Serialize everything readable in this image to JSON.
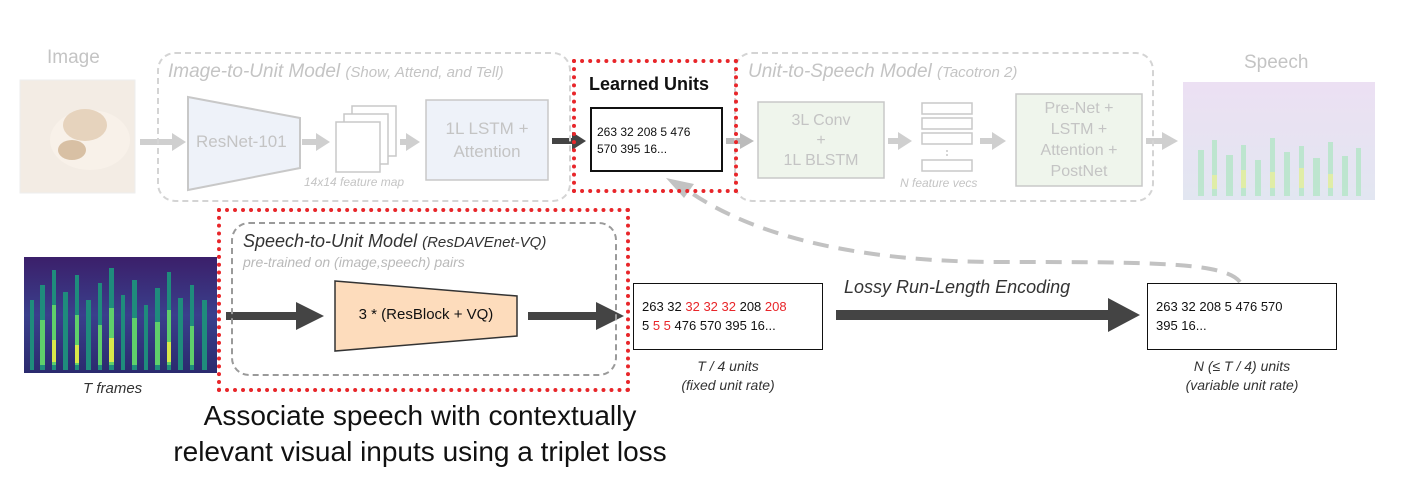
{
  "labels": {
    "image": "Image",
    "speech": "Speech",
    "image_to_unit_title": "Image-to-Unit Model",
    "image_to_unit_sub": "(Show, Attend, and Tell)",
    "resnet": "ResNet-101",
    "feature_map": "14x14 feature map",
    "lstm_attention_1": "1L LSTM +",
    "lstm_attention_2": "Attention",
    "learned_units": "Learned Units",
    "learned_units_line1": "263 32 208 5 476",
    "learned_units_line2": "570 395 16...",
    "unit_to_speech_title": "Unit-to-Speech Model",
    "unit_to_speech_sub": "(Tacotron 2)",
    "conv_1": "3L Conv",
    "conv_2": "+",
    "conv_3": "1L BLSTM",
    "n_feature_vecs": "N feature vecs",
    "prenet_1": "Pre-Net +",
    "prenet_2": "LSTM +",
    "prenet_3": "Attention +",
    "prenet_4": "PostNet",
    "speech_to_unit_title": "Speech-to-Unit Model",
    "speech_to_unit_sub": "(ResDAVEnet-VQ)",
    "pretrained": "pre-trained on (image,speech) pairs",
    "resblock": "3 * (ResBlock + VQ)",
    "t_frames": "T frames",
    "fixed_units": {
      "l1": [
        "263 32 ",
        "32 32 32",
        " 208 ",
        "208"
      ],
      "l2": [
        "5 ",
        "5 5",
        " 476 570 395 16..."
      ]
    },
    "t4_units": "T / 4 units",
    "fixed_rate": "(fixed unit rate)",
    "lossy_rle": "Lossy Run-Length Encoding",
    "var_units_line1": "263 32 208 5 476 570",
    "var_units_line2": "395 16...",
    "n_units": "N (≤ T / 4) units",
    "variable_rate": "(variable unit rate)",
    "caption_line1": "Associate speech with contextually",
    "caption_line2": "relevant visual inputs using a triplet loss"
  },
  "colors": {
    "accent_red": "#e8262a",
    "faded_blue_fill": "#eef2f9",
    "faded_green_fill": "#eff5ec",
    "resblock_fill": "#fddcbc",
    "arrow_dark": "#444444",
    "arrow_faded": "#cfcfcf"
  },
  "icons": {
    "image_thumb": "dog-in-snow-photo",
    "speech_spectrogram": "spectrogram-image",
    "input_spectrogram": "spectrogram-image"
  }
}
